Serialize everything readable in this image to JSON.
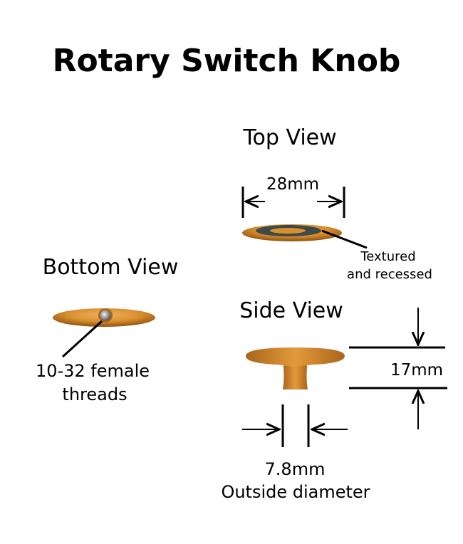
{
  "title": "Rotary Switch Knob",
  "top_view": {
    "label": "Top View",
    "width_dim": "28mm",
    "callout_line1": "Textured",
    "callout_line2": "and recessed"
  },
  "bottom_view": {
    "label": "Bottom View",
    "callout_line1": "10-32 female",
    "callout_line2": "threads"
  },
  "side_view": {
    "label": "Side View",
    "height_dim": "17mm",
    "stem_dim": "7.8mm",
    "stem_dim_note": "Outside diameter"
  },
  "colors": {
    "knob": "#d88f2e",
    "knob_dark": "#a9651a",
    "texture": "#3d4a48"
  }
}
